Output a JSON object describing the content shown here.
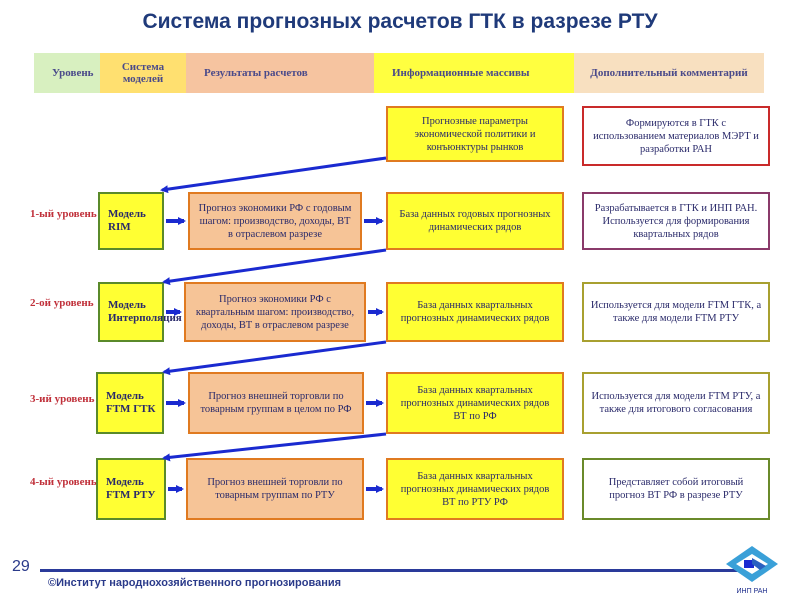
{
  "title": "Система прогнозных расчетов ГТК в разрезе РТУ",
  "headers": {
    "level": "Уровень",
    "models": "Система моделей",
    "results": "Результаты расчетов",
    "info": "Информационные массивы",
    "comment": "Дополнительный комментарий"
  },
  "top": {
    "params": "Прогнозные параметры экономической политики и конъюнктуры рынков",
    "params_comment": "Формируются в ГТК с использованием материалов МЭРТ и разработки РАН"
  },
  "rows": [
    {
      "level": "1-ый уровень",
      "model": "Модель RIM",
      "result": "Прогноз экономики РФ с годовым шагом: производство, доходы, ВТ в отраслевом разрезе",
      "db": "База данных годовых прогнозных динамических рядов",
      "comment": "Разрабатывается в ГТК и ИНП РАН. Используется для формирования квартальных рядов"
    },
    {
      "level": "2-ой уровень",
      "model": "Модель Интерполяция",
      "result": "Прогноз экономики РФ с квартальным шагом: производство, доходы, ВТ в отраслевом разрезе",
      "db": "База данных квартальных прогнозных динамических рядов",
      "comment": "Используется для модели FTM ГТК, а также для модели FTM РТУ"
    },
    {
      "level": "3-ий уровень",
      "model": "Модель FTM ГТК",
      "result": "Прогноз внешней торговли по товарным группам в целом по РФ",
      "db": "База данных квартальных прогнозных динамических рядов ВТ по РФ",
      "comment": "Используется для модели FTM РТУ, а также для итогового согласования"
    },
    {
      "level": "4-ый уровень",
      "model": "Модель FTM РТУ",
      "result": "Прогноз внешней торговли по товарным группам по РТУ",
      "db": "База данных квартальных прогнозных динамических рядов ВТ по РТУ РФ",
      "comment": "Представляет собой итоговый прогноз ВТ РФ в разрезе РТУ"
    }
  ],
  "page_number": "29",
  "copyright": "©Институт народнохозяйственного прогнозирования",
  "logo_text": "ИНП РАН",
  "colors": {
    "yellow": "#ffff33",
    "peach": "#f6c497",
    "blue_arrow": "#1a2ad0",
    "level_red": "#c0303a"
  }
}
